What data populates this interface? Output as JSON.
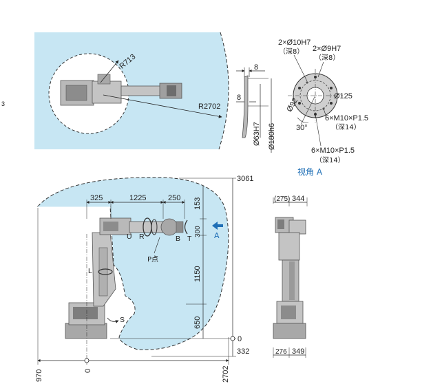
{
  "colors": {
    "reach_area": "#c7e6f3",
    "robot_body": "#b9b9b9",
    "robot_dark": "#6d6d6d",
    "accent": "#1f6fb6"
  },
  "top_view": {
    "inner_radius_label": "R713",
    "outer_radius_label": "R2702"
  },
  "flange_side": {
    "top_dim": "8",
    "mid_dim": "8",
    "bore_dim": "Ø63H7",
    "outer_dim": "Ø180h6"
  },
  "flange_face": {
    "pin1": "2×Ø10H7",
    "pin1_depth": "（深8）",
    "pin2": "2×Ø9H7",
    "pin2_depth": "（深8）",
    "pcd1": "Ø125",
    "pcd2": "Ø92",
    "screw1": "6×M10×P1.5",
    "screw1_depth": "（深14）",
    "screw2": "6×M10×P1.5",
    "screw2_depth": "（深14）",
    "angle": "30°",
    "view_label": "视角 A"
  },
  "side_view": {
    "top_height": "3061",
    "d325": "325",
    "d1225": "1225",
    "d250": "250",
    "d153": "153",
    "d300": "300",
    "d1150": "1150",
    "d650": "650",
    "zero_right": "0",
    "d332": "332",
    "bottom_970": "970",
    "bottom_0": "0",
    "bottom_2702": "2702",
    "axis_u": "U",
    "axis_r": "R",
    "axis_b": "B",
    "axis_t": "T",
    "axis_l": "L",
    "axis_s": "S",
    "point_p": "P点",
    "arrow_a": "A"
  },
  "front_view": {
    "d275": "(275)",
    "d344": "344",
    "d276": "276",
    "d349": "349"
  },
  "left_edge": {
    "mark": "3"
  }
}
